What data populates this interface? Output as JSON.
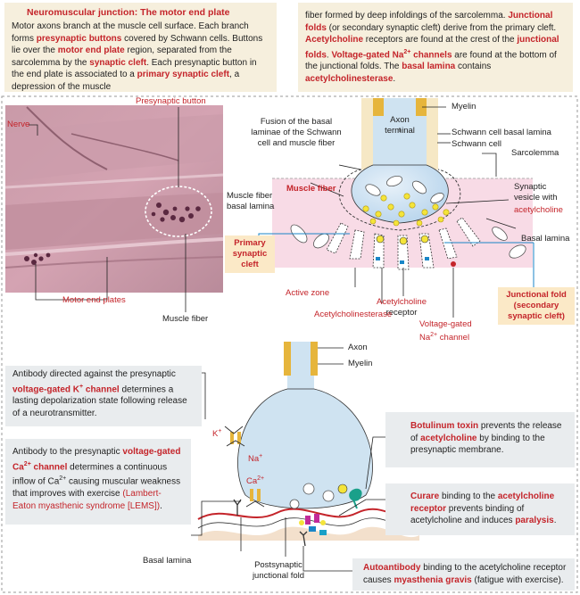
{
  "top_text": {
    "title": "Neuromuscular junction: The motor end plate",
    "left_paragraph": [
      {
        "t": "Motor axons branch at the muscle cell surface. Each branch forms ",
        "h": false
      },
      {
        "t": "presynaptic buttons",
        "h": true
      },
      {
        "t": " covered by Schwann cells. Buttons lie over the ",
        "h": false
      },
      {
        "t": "motor end plate",
        "h": true
      },
      {
        "t": " region, separated from the sarcolemma by the ",
        "h": false
      },
      {
        "t": "synaptic cleft",
        "h": true
      },
      {
        "t": ". Each presynaptic button in the end plate is associated to a ",
        "h": false
      },
      {
        "t": "primary synaptic cleft",
        "h": true
      },
      {
        "t": ", a depression of the muscle",
        "h": false
      }
    ],
    "right_paragraph": [
      {
        "t": "fiber formed by deep infoldings of the sarcolemma. ",
        "h": false
      },
      {
        "t": "Junctional folds",
        "h": true
      },
      {
        "t": " (or secondary synaptic cleft) derive from the primary cleft. ",
        "h": false
      },
      {
        "t": "Acetylcholine",
        "h": true
      },
      {
        "t": " receptors are found at the crest of the ",
        "h": false
      },
      {
        "t": "junctional folds",
        "h": true
      },
      {
        "t": ". ",
        "h": false
      },
      {
        "t": "Voltage-gated Na",
        "h": true
      },
      {
        "t": "2+",
        "h": true,
        "sup": true
      },
      {
        "t": " channels",
        "h": true
      },
      {
        "t": " are found at the bottom of the junctional folds. The ",
        "h": false
      },
      {
        "t": "basal lamina",
        "h": true
      },
      {
        "t": " contains ",
        "h": false
      },
      {
        "t": "acetylcholinesterase",
        "h": true
      },
      {
        "t": ".",
        "h": false
      }
    ]
  },
  "micrograph_labels": {
    "nerve": "Nerve",
    "presynaptic_button": "Presynaptic button",
    "motor_end_plates": "Motor end plates",
    "muscle_fiber": "Muscle fiber"
  },
  "diagram_labels": {
    "myelin": "Myelin",
    "axon_terminal_1": "Axon",
    "axon_terminal_2": "terminal",
    "schwann_basal_lamina": "Schwann cell basal lamina",
    "schwann_cell": "Schwann cell",
    "sarcolemma": "Sarcolemma",
    "fusion": [
      "Fusion of the basal",
      "laminae of the Schwann",
      "cell and muscle fiber"
    ],
    "muscle_fiber_basal_lamina": [
      "Muscle fiber",
      "basal lamina"
    ],
    "muscle_fiber": "Muscle fiber",
    "synaptic_vesicle": [
      "Synaptic",
      "vesicle with"
    ],
    "acetylcholine": "acetylcholine",
    "basal_lamina": "Basal lamina",
    "primary_synaptic_cleft": [
      "Primary",
      "synaptic",
      "cleft"
    ],
    "active_zone": "Active zone",
    "acetylcholine_receptor": [
      "Acetylcholine",
      "receptor"
    ],
    "acetylcholinesterase": "Acetylcholinesterase",
    "voltage_gated_na": [
      "Voltage-gated",
      "Na",
      "2+",
      " channel"
    ],
    "junctional_fold": [
      "Junctional fold",
      "(secondary",
      "synaptic cleft)"
    ]
  },
  "bottom_labels": {
    "axon": "Axon",
    "myelin": "Myelin",
    "k_plus": "K",
    "plus": "+",
    "na_plus": "Na",
    "ca_2plus": "Ca",
    "two_plus": "2+",
    "basal_lamina": "Basal lamina",
    "postsynaptic_fold": [
      "Postsynaptic",
      "junctional fold"
    ]
  },
  "boxes": {
    "k_antibody": [
      {
        "t": "Antibody directed against the presynaptic ",
        "h": false
      },
      {
        "t": "voltage-gated K",
        "h": true
      },
      {
        "t": "+",
        "h": true,
        "sup": true
      },
      {
        "t": " channel",
        "h": true
      },
      {
        "t": " determines a lasting depolarization state following release of a neurotransmitter.",
        "h": false
      }
    ],
    "ca_antibody": [
      {
        "t": "Antibody to the presynaptic ",
        "h": false
      },
      {
        "t": "voltage-gated Ca",
        "h": true
      },
      {
        "t": "2+",
        "h": true,
        "sup": true
      },
      {
        "t": " channel",
        "h": true
      },
      {
        "t": " determines a continuous inflow of ",
        "h": false
      },
      {
        "t": "Ca",
        "h": false
      },
      {
        "t": "2+",
        "h": false,
        "sup": true
      },
      {
        "t": " causing muscular weakness that improves with exercise ",
        "h": false
      },
      {
        "t": "(Lambert-Eaton myasthenic syndrome [LEMS])",
        "h": false,
        "r": true
      },
      {
        "t": ".",
        "h": false
      }
    ],
    "botulinum": [
      {
        "t": "Botulinum toxin",
        "h": true
      },
      {
        "t": " prevents the release of ",
        "h": false
      },
      {
        "t": "acetylcholine",
        "h": true
      },
      {
        "t": " by binding to the presynaptic membrane.",
        "h": false
      }
    ],
    "curare": [
      {
        "t": "Curare",
        "h": true
      },
      {
        "t": " binding to the ",
        "h": false
      },
      {
        "t": "acetylcholine receptor",
        "h": true
      },
      {
        "t": " prevents binding of acetylcholine and induces ",
        "h": false
      },
      {
        "t": "paralysis",
        "h": true
      },
      {
        "t": ".",
        "h": false
      }
    ],
    "autoantibody": [
      {
        "t": "Autoantibody",
        "h": true
      },
      {
        "t": " binding to the acetylcholine receptor causes ",
        "h": false
      },
      {
        "t": "myasthenia gravis",
        "h": true
      },
      {
        "t": " (fatigue with exercise).",
        "h": false
      }
    ]
  },
  "colors": {
    "accent_red": "#c4242a",
    "tan_box": "#f6efdd",
    "gray_box": "#e9ecee",
    "yellow_label": "#fbe9c7",
    "axon_blue": "#cfe3f1",
    "muscle_pink": "#f3d3e0",
    "myelin_gold": "#e6b53c"
  }
}
